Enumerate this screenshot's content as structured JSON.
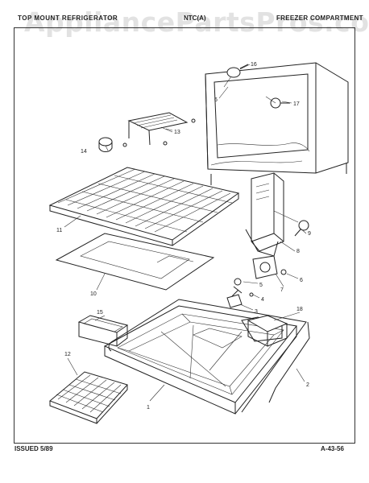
{
  "header": {
    "left": "TOP MOUNT REFRIGERATOR",
    "mid": "NTC(A)",
    "right": "FREEZER COMPARTMENT"
  },
  "watermark": "AppliancePartsPros.com",
  "footer": {
    "issued": "ISSUED 5/89",
    "code": "A-43-56"
  },
  "callouts": {
    "c1": "1",
    "c2": "2",
    "c3": "3",
    "c4": "4",
    "c5": "5",
    "c6": "6",
    "c7": "7",
    "c8": "8",
    "c9": "9",
    "c10": "10",
    "c11": "11",
    "c12": "12",
    "c13": "13",
    "c14": "14",
    "c15": "15",
    "c16": "16",
    "c17": "17",
    "c18": "18"
  }
}
